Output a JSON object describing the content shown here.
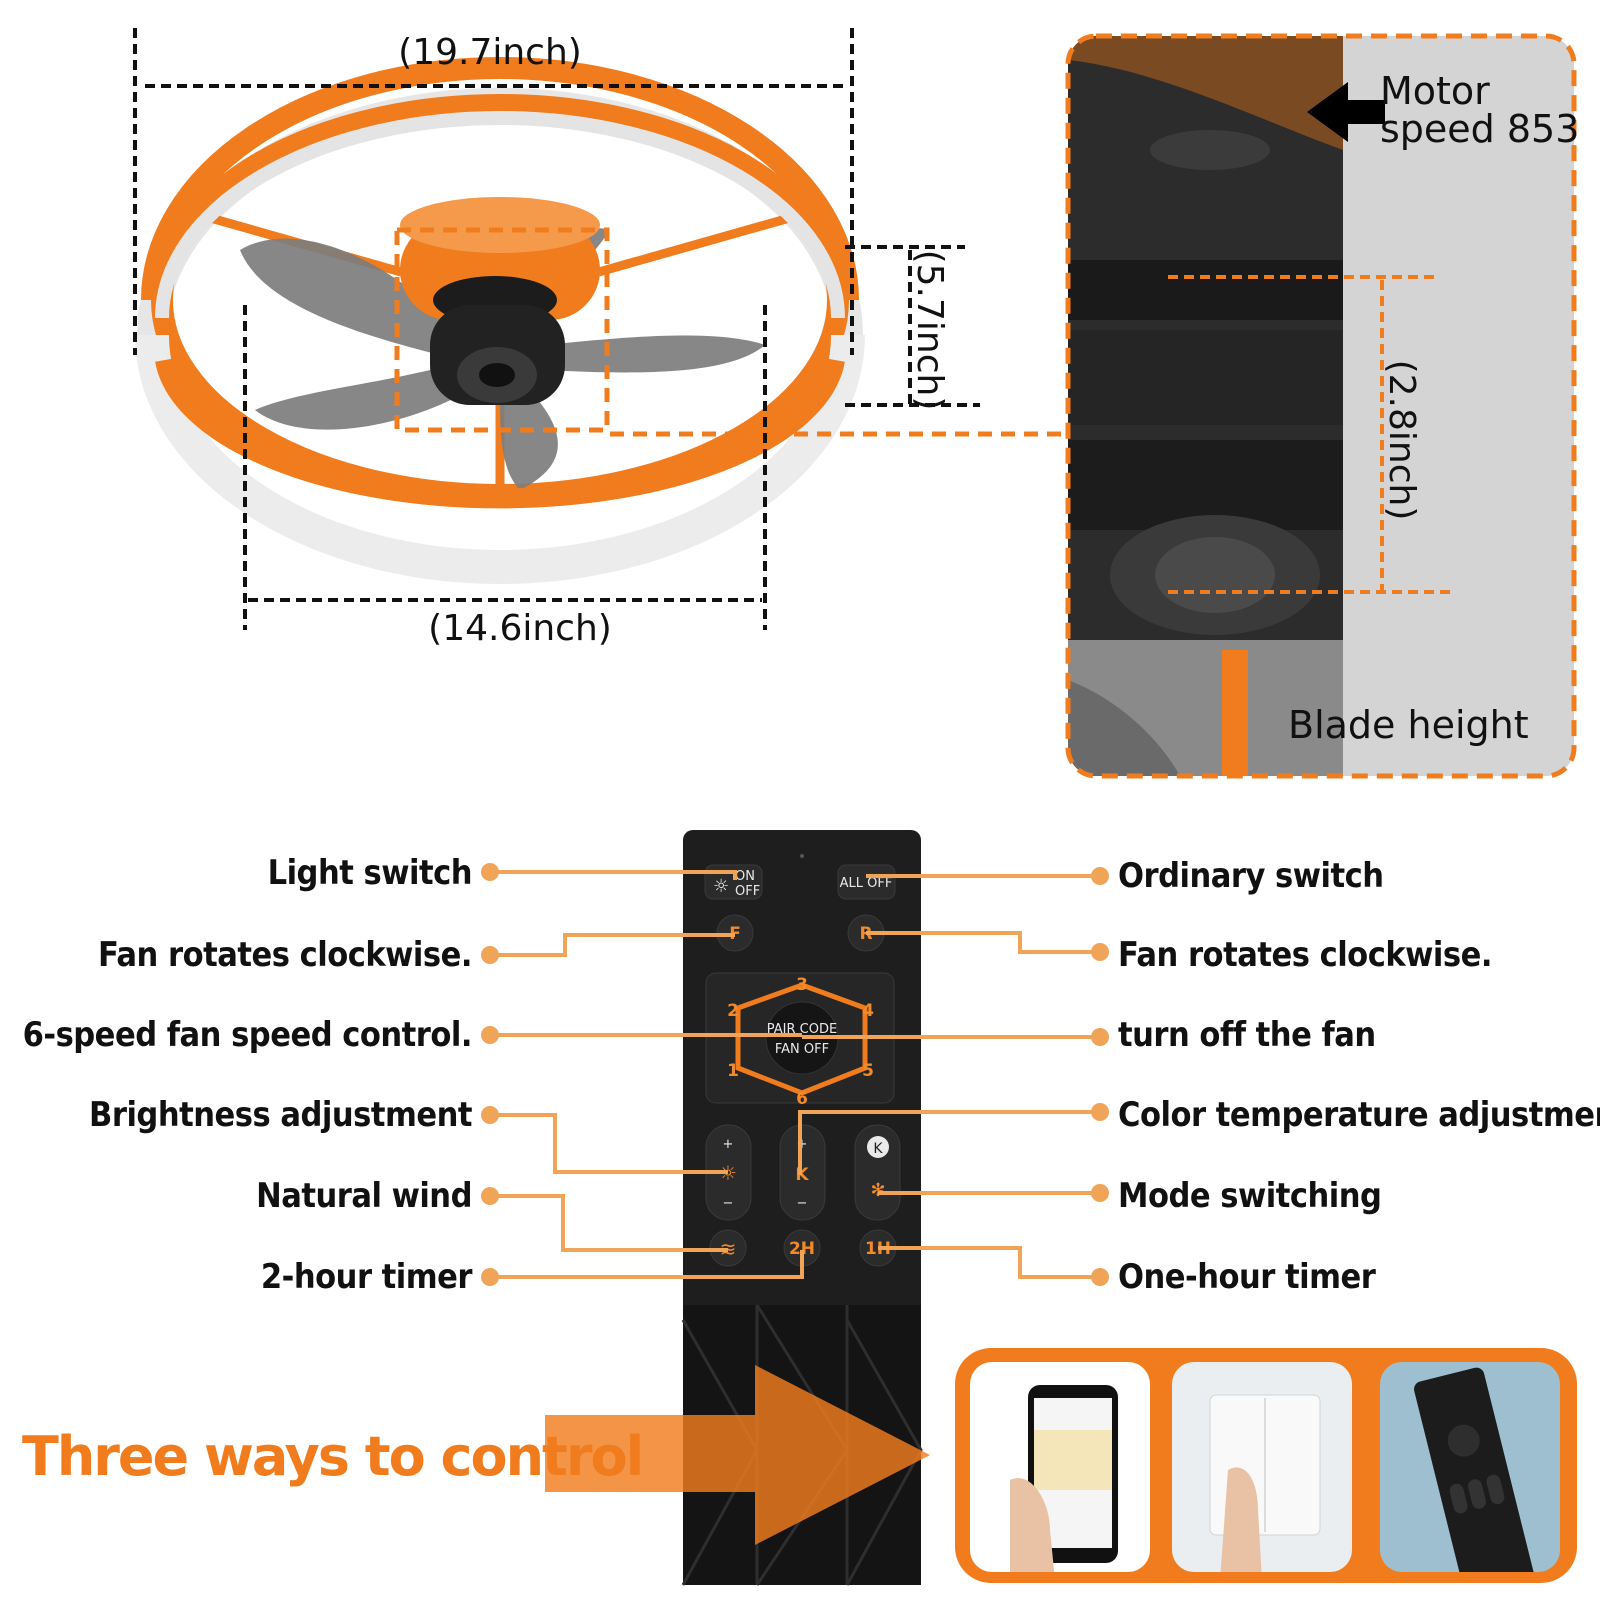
{
  "colors": {
    "accent": "#f07c1e",
    "leader": "#f0a458",
    "panel_gray": "#d4d4d4",
    "remote": "#1e1e1e"
  },
  "dimensions": {
    "top_width": "(19.7inch)",
    "bottom_width": "(14.6inch)",
    "height": "(5.7inch)",
    "blade_height": "(2.8inch)"
  },
  "side_panel": {
    "motor_line1": "Motor",
    "motor_line2": "speed 853",
    "blade_height_label": "Blade height"
  },
  "remote": {
    "keys": {
      "on": "ON",
      "off": "OFF",
      "all_off": "ALL OFF",
      "pair_code": "PAIR CODE",
      "fan_off": "FAN OFF",
      "forward": "F",
      "reverse": "R",
      "plus": "+",
      "minus": "−",
      "k": "K",
      "two_h": "2H",
      "one_h": "1H",
      "speeds": [
        "1",
        "2",
        "3",
        "4",
        "5",
        "6"
      ]
    }
  },
  "labels_left": [
    "Light switch",
    "Fan rotates clockwise.",
    "6-speed fan speed control.",
    "Brightness adjustment",
    "Natural wind",
    "2-hour timer"
  ],
  "labels_right": [
    "Ordinary switch",
    "Fan rotates clockwise.",
    "turn off the fan",
    "Color temperature adjustment",
    "Mode switching",
    "One-hour timer"
  ],
  "control": {
    "headline": "Three ways to control",
    "ways": [
      "phone-app",
      "wall-switch",
      "remote-control"
    ]
  }
}
